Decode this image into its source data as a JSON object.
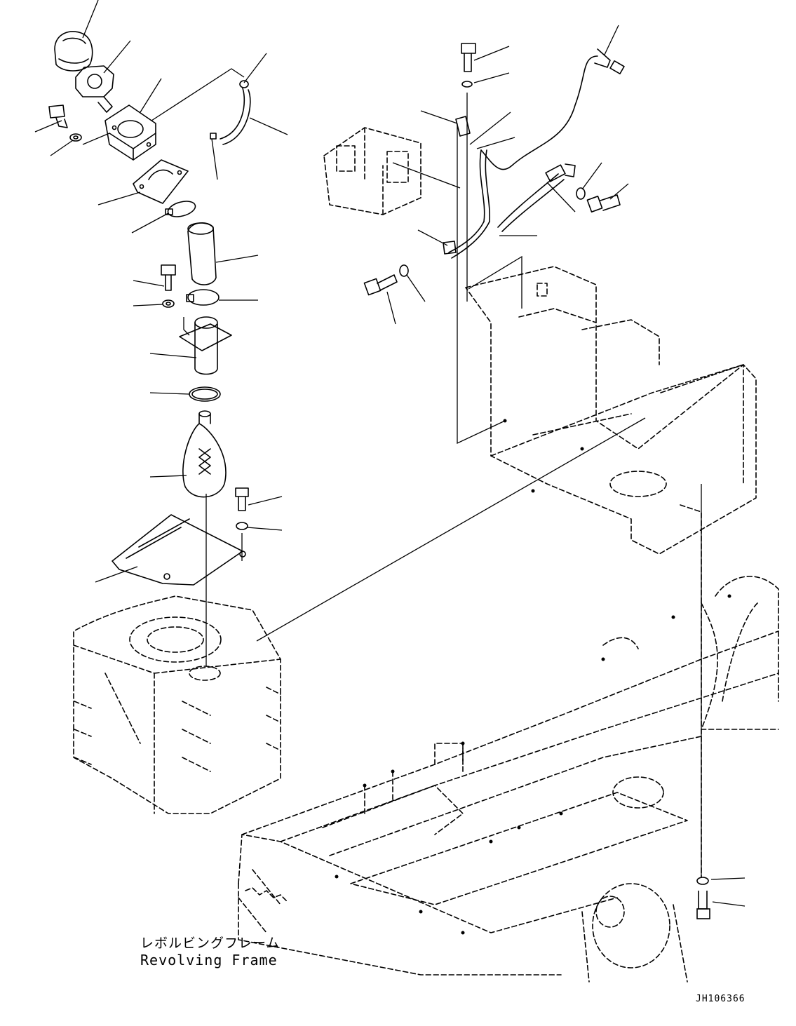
{
  "caption": {
    "japanese": "レボルビングフレーム",
    "english": "Revolving Frame"
  },
  "drawing_id": "JH106366"
}
